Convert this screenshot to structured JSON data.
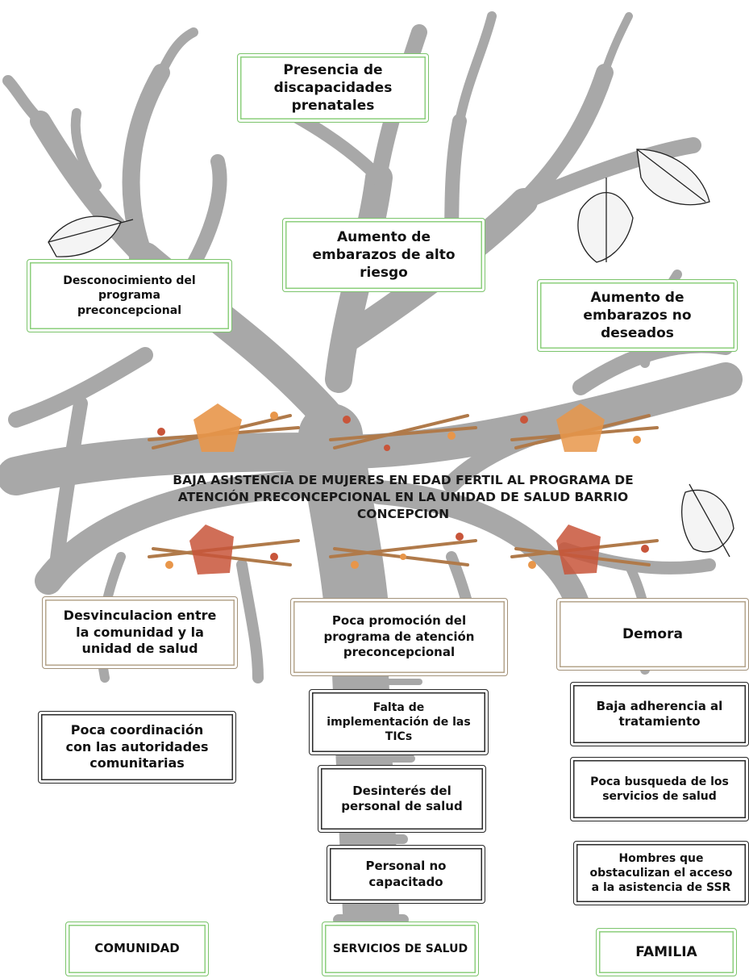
{
  "title": "BAJA ASISTENCIA DE MUJERES EN EDAD FERTIL AL PROGRAMA DE\nATENCIÓN PRECONCEPCIONAL EN LA UNIDAD DE SALUD BARRIO\nCONCEPCION",
  "effects": {
    "prenatal": "Presencia de\ndiscapacidades\nprenatales",
    "alto_riesgo": "Aumento de\nembarazos de alto\nriesgo",
    "desconocimiento": "Desconocimiento del\nprograma\npreconcepcional",
    "no_deseados": "Aumento de\nembarazos no\ndeseados"
  },
  "causes": {
    "comunidad": {
      "main": "Desvinculacion entre\nla comunidad y la\nunidad de salud",
      "sub": [
        "Poca coordinación\ncon las autoridades\ncomunitarias"
      ],
      "category": "COMUNIDAD"
    },
    "servicios": {
      "main": "Poca promoción  del\nprograma de atención\npreconcepcional",
      "sub": [
        "Falta de\nimplementación de las\nTICs",
        "Desinterés del\npersonal de salud",
        "Personal no\ncapacitado"
      ],
      "category": "SERVICIOS DE SALUD"
    },
    "familia": {
      "main": "Demora",
      "sub": [
        "Baja adherencia al\ntratamiento",
        "Poca busqueda de los\nservicios de salud",
        "Hombres que\nobstaculizan el acceso\na la asistencia de SSR"
      ],
      "category": "FAMILIA"
    }
  },
  "colors": {
    "tree": "#a8a8a8",
    "effect_border": "#7cc46c",
    "cause_border": "#a3927a",
    "sub_border": "#2a2a2a",
    "leaf_orange": "#e8964a",
    "leaf_red": "#c8553a",
    "branch": "#b07a4a"
  },
  "icons": [
    "tree-icon",
    "leaf-sketch-icon",
    "autumn-branch-icon"
  ]
}
